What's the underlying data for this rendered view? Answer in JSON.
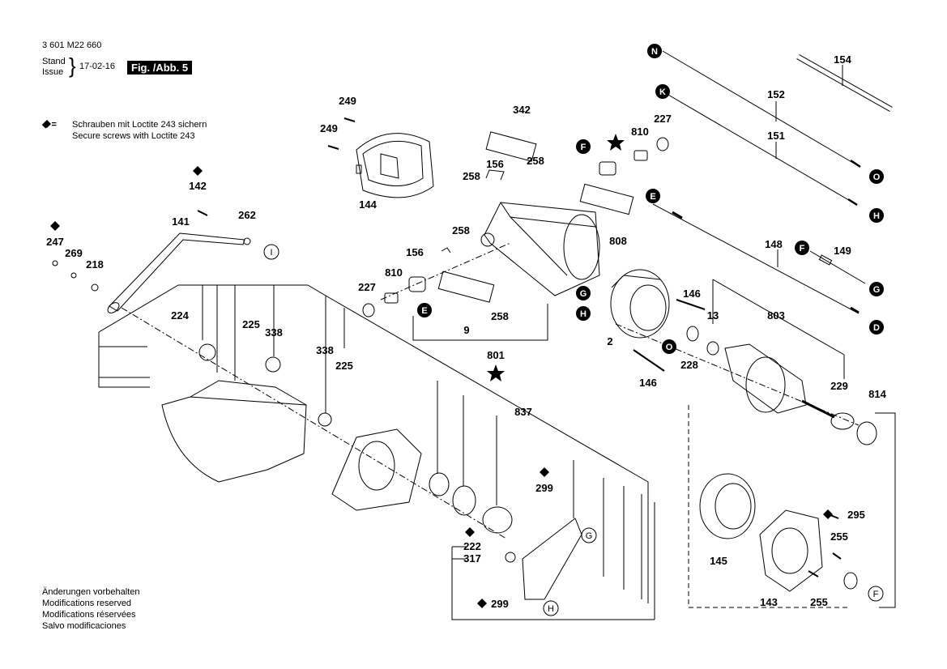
{
  "header": {
    "doc_number": "3 601 M22 660",
    "stand_label": "Stand",
    "issue_label": "Issue",
    "date": "17-02-16",
    "figure_label": "Fig. /Abb. 5"
  },
  "legend": {
    "symbol": "◆ =",
    "line_de": "Schrauben mit Loctite 243 sichern",
    "line_en": "Secure screws with Loctite 243"
  },
  "footer": {
    "lines": [
      "Änderungen vorbehalten",
      "Modifications reserved",
      "Modifications réservées",
      "Salvo modificaciones"
    ]
  },
  "part_labels": {
    "p154": "154",
    "p152": "152",
    "p151": "151",
    "p342": "342",
    "p810a": "810",
    "p227a": "227",
    "p249a": "249",
    "p249b": "249",
    "p144": "144",
    "p156a": "156",
    "p258a": "258",
    "p258b": "258",
    "p258c": "258",
    "p808": "808",
    "p142": "142",
    "p262": "262",
    "p141": "141",
    "p247": "247",
    "p269": "269",
    "p218": "218",
    "p156b": "156",
    "p810b": "810",
    "p227b": "227",
    "p9": "9",
    "p258d": "258",
    "p801": "801",
    "p148": "148",
    "p149": "149",
    "p146a": "146",
    "p13": "13",
    "p803": "803",
    "p2": "2",
    "p228": "228",
    "p146b": "146",
    "p229": "229",
    "p814": "814",
    "p224": "224",
    "p225a": "225",
    "p338a": "338",
    "p338b": "338",
    "p225b": "225",
    "p837": "837",
    "p299a": "299",
    "p222": "222",
    "p317": "317",
    "p299b": "299",
    "p295": "295",
    "p255a": "255",
    "p255b": "255",
    "p145": "145",
    "p143": "143"
  },
  "callouts": {
    "N": "N",
    "K": "K",
    "F1": "F",
    "E1": "E",
    "F2": "F",
    "O1": "O",
    "H1": "H",
    "G1": "G",
    "D1": "D",
    "E2": "E",
    "G2": "G",
    "H2": "H",
    "O2": "O",
    "I": "I",
    "G3": "G",
    "H3": "H",
    "F3": "F"
  }
}
